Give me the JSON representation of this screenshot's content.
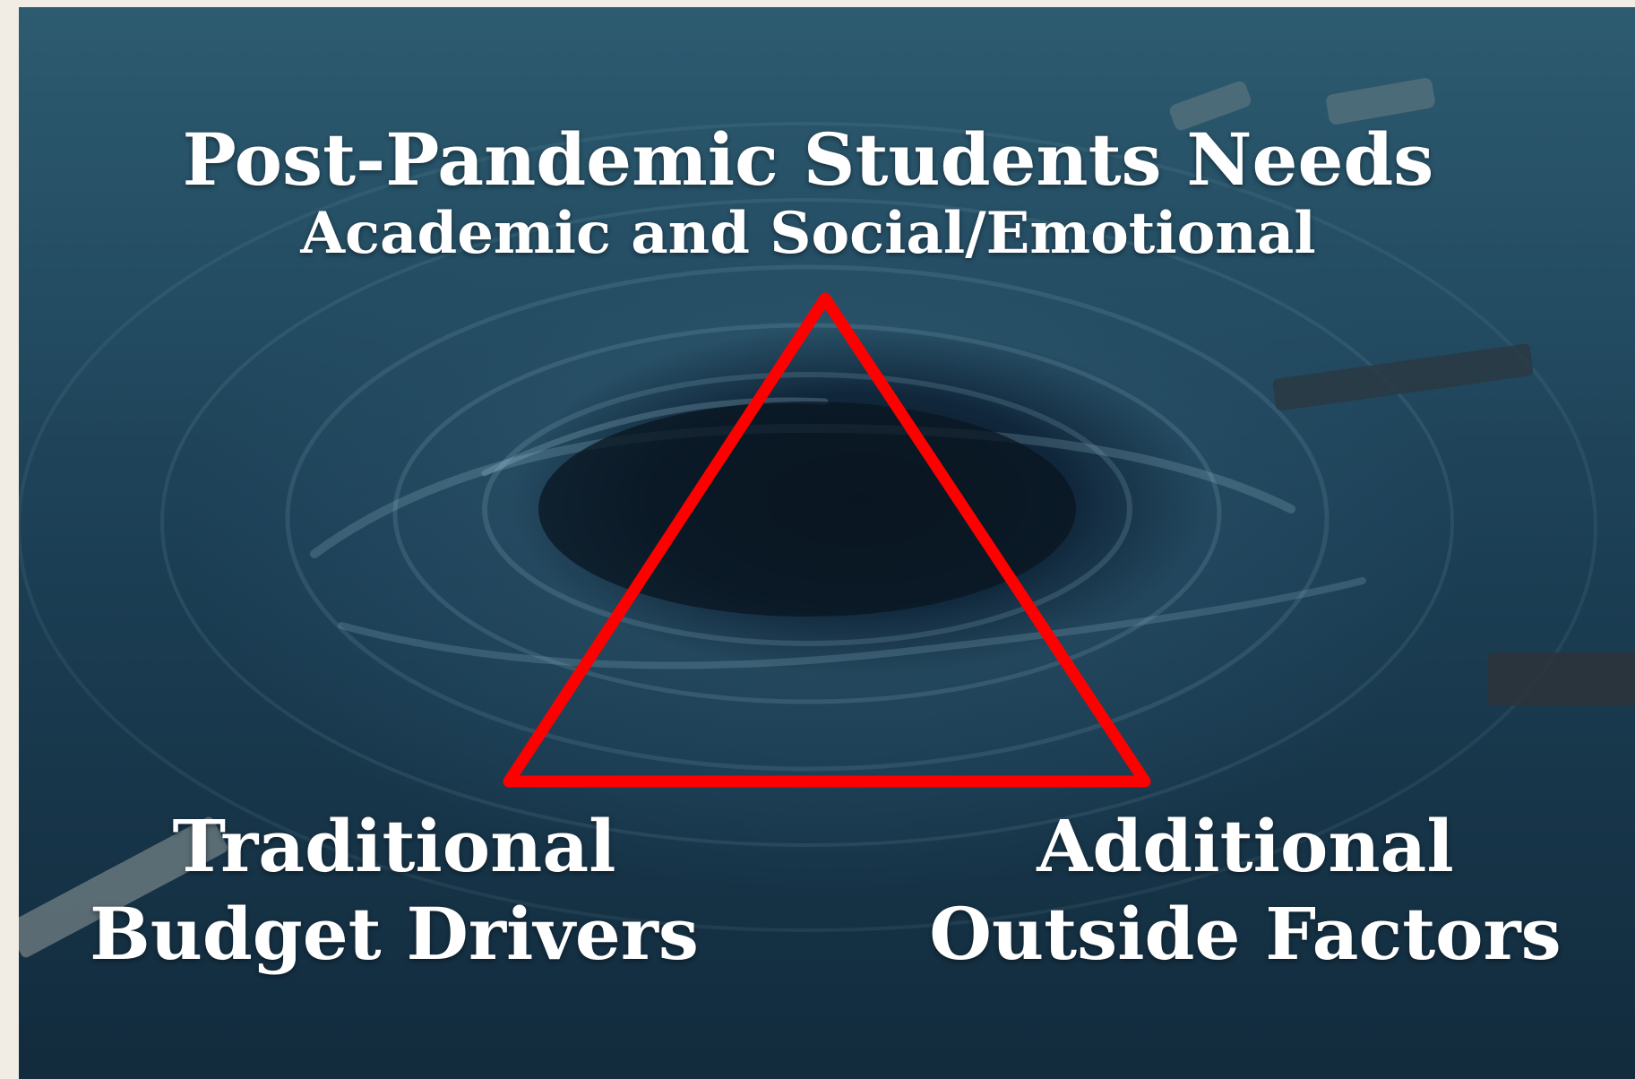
{
  "diagram": {
    "top_title": "Post-Pandemic Students Needs",
    "top_subtitle": "Academic and Social/Emotional",
    "left_label_line1": "Traditional",
    "left_label_line2": "Budget Drivers",
    "right_label_line1": "Additional",
    "right_label_line2": "Outside Factors",
    "triangle_color": "#ff0000",
    "background_color": "#f1ede4"
  }
}
